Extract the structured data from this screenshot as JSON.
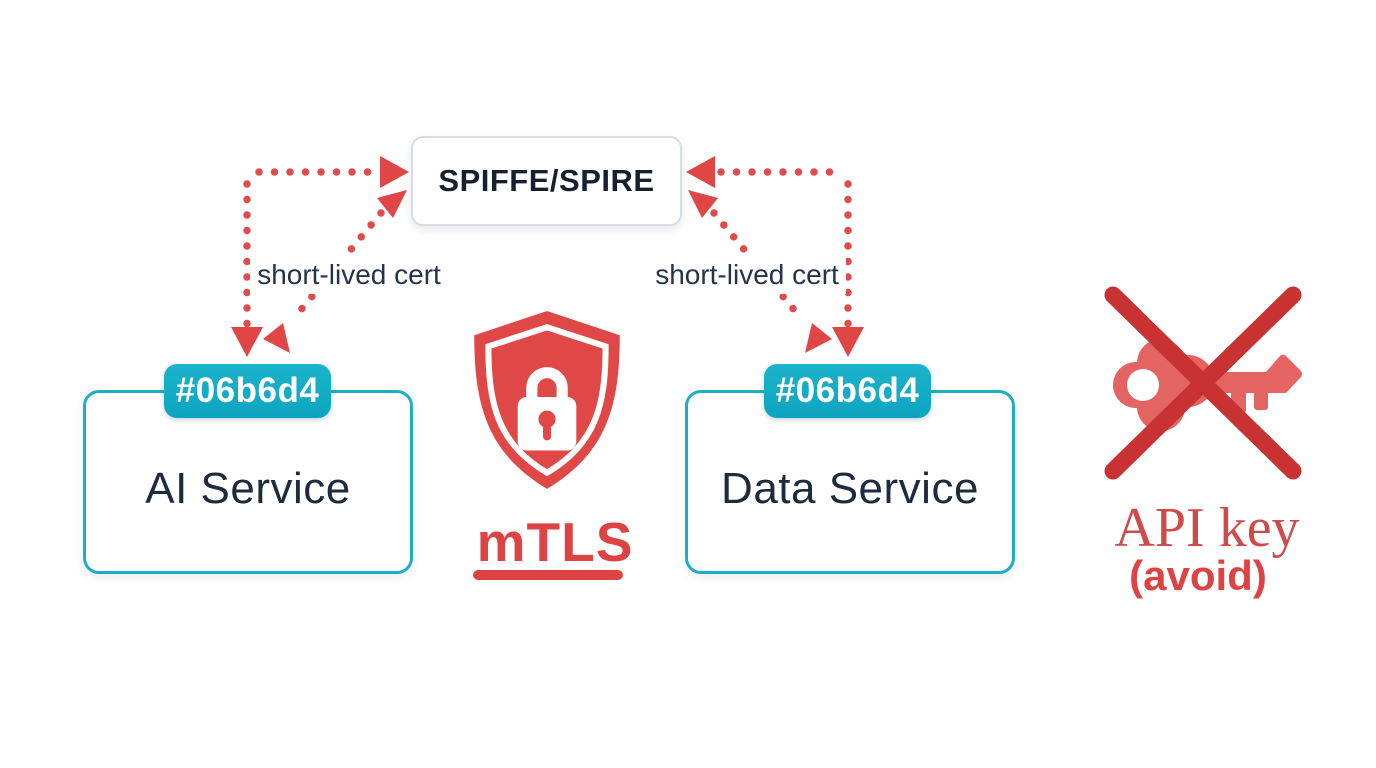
{
  "spiffe": {
    "label": "SPIFFE/SPIRE"
  },
  "cert_labels": {
    "left": "short-lived cert",
    "right": "short-lived cert"
  },
  "services": {
    "ai": {
      "label": "AI Service",
      "badge": "#06b6d4"
    },
    "data": {
      "label": "Data Service",
      "badge": "#06b6d4"
    }
  },
  "mtls": {
    "label": "mTLS"
  },
  "api_key": {
    "label": "API key",
    "note": "(avoid)"
  },
  "icons": {
    "center": "shield-lock-icon",
    "right": "key-icon",
    "right_overlay": "x-mark-icon",
    "connectors": "dotted-arrow-icons"
  },
  "colors": {
    "teal": "#06b6d4",
    "red": "#e14646",
    "dark_red": "#c93232",
    "navy": "#1d2b3c"
  }
}
